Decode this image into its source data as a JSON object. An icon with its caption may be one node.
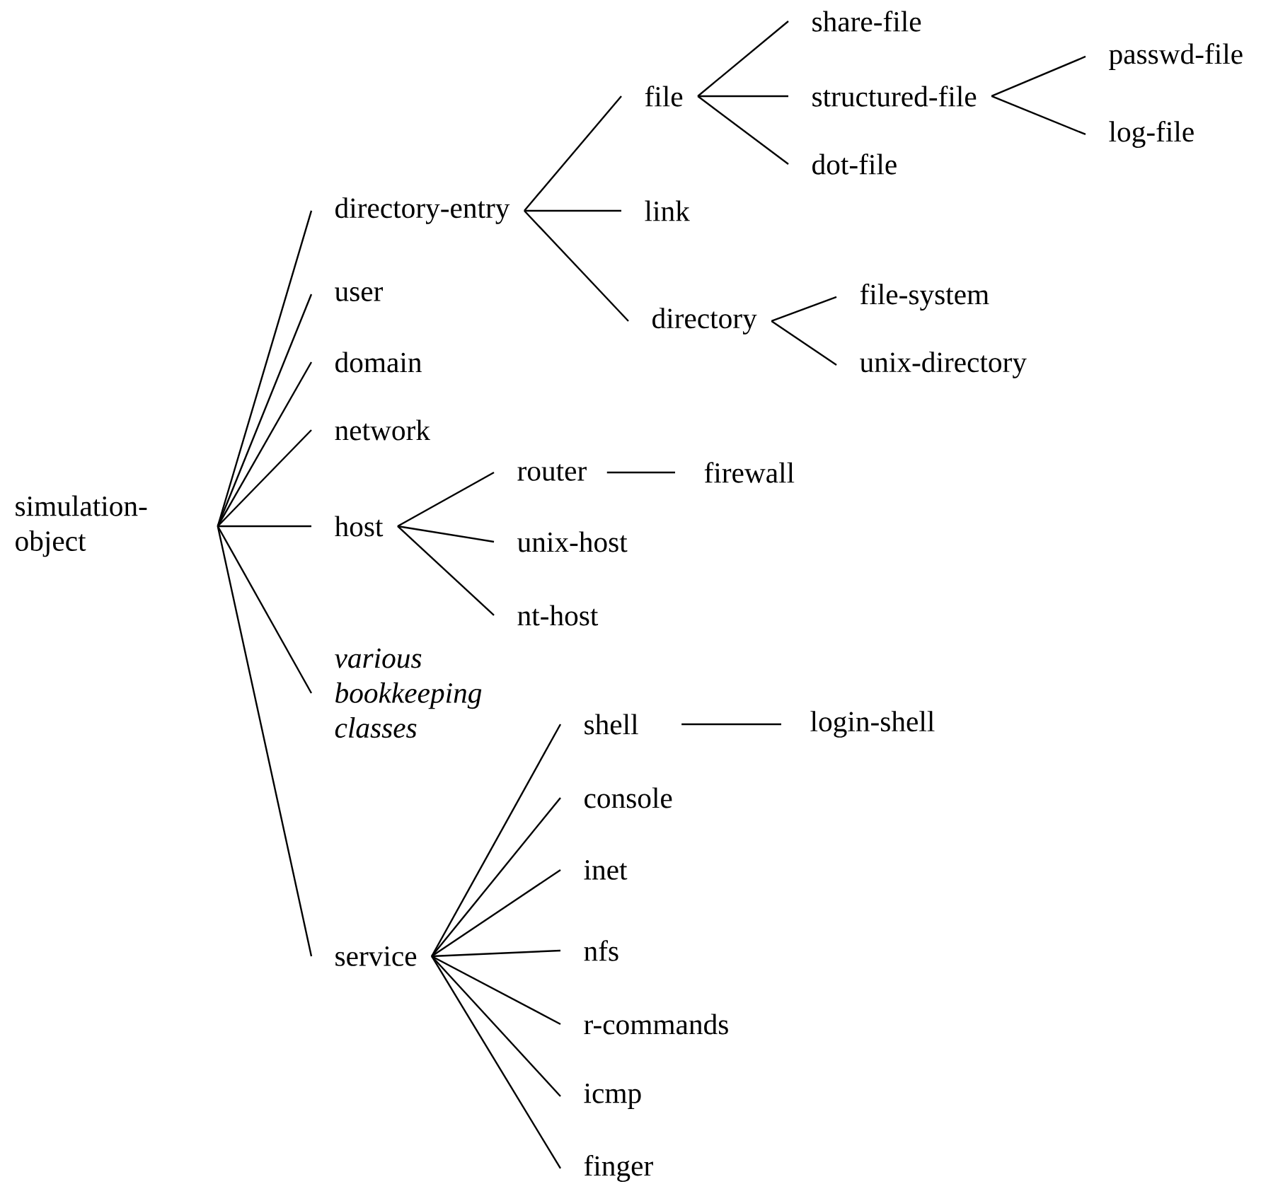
{
  "diagram": {
    "nodes": [
      {
        "text": [
          "simulation-object"
        ]
      },
      {
        "text": [
          "directory-entry"
        ]
      },
      {
        "text": [
          "file"
        ]
      },
      {
        "text": [
          "share-file"
        ]
      },
      {
        "text": [
          "structured-file"
        ]
      },
      {
        "text": [
          "passwd-file"
        ]
      },
      {
        "text": [
          "log-file"
        ]
      },
      {
        "text": [
          "dot-file"
        ]
      },
      {
        "text": [
          "link"
        ]
      },
      {
        "text": [
          "directory"
        ]
      },
      {
        "text": [
          "file-system"
        ]
      },
      {
        "text": [
          "unix-directory"
        ]
      },
      {
        "text": [
          "user"
        ]
      },
      {
        "text": [
          "domain"
        ]
      },
      {
        "text": [
          "network"
        ]
      },
      {
        "text": [
          "host"
        ]
      },
      {
        "text": [
          "router"
        ]
      },
      {
        "text": [
          "firewall"
        ]
      },
      {
        "text": [
          "unix-host"
        ]
      },
      {
        "text": [
          "nt-host"
        ]
      },
      {
        "text": [
          "various bookkeeping classes"
        ]
      },
      {
        "text": [
          "service"
        ]
      },
      {
        "text": [
          "shell"
        ]
      },
      {
        "text": [
          "login-shell"
        ]
      },
      {
        "text": [
          "console"
        ]
      },
      {
        "text": [
          "inet"
        ]
      },
      {
        "text": [
          "nfs"
        ]
      },
      {
        "text": [
          "r-commands"
        ]
      },
      {
        "text": [
          "icmp"
        ]
      },
      {
        "text": [
          "finger"
        ]
      }
    ],
    "edges": [
      {
        "from": 0,
        "to": 1,
        "arrow": "none"
      },
      {
        "from": 1,
        "to": 2,
        "arrow": "none"
      },
      {
        "from": 2,
        "to": 3,
        "arrow": "none"
      },
      {
        "from": 2,
        "to": 4,
        "arrow": "none"
      },
      {
        "from": 4,
        "to": 5,
        "arrow": "none"
      },
      {
        "from": 4,
        "to": 6,
        "arrow": "none"
      },
      {
        "from": 2,
        "to": 7,
        "arrow": "none"
      },
      {
        "from": 1,
        "to": 8,
        "arrow": "none"
      },
      {
        "from": 1,
        "to": 9,
        "arrow": "none"
      },
      {
        "from": 9,
        "to": 10,
        "arrow": "none"
      },
      {
        "from": 9,
        "to": 11,
        "arrow": "none"
      },
      {
        "from": 0,
        "to": 12,
        "arrow": "none"
      },
      {
        "from": 0,
        "to": 13,
        "arrow": "none"
      },
      {
        "from": 0,
        "to": 14,
        "arrow": "none"
      },
      {
        "from": 0,
        "to": 15,
        "arrow": "none"
      },
      {
        "from": 15,
        "to": 16,
        "arrow": "none"
      },
      {
        "from": 16,
        "to": 17,
        "arrow": "none"
      },
      {
        "from": 15,
        "to": 18,
        "arrow": "none"
      },
      {
        "from": 15,
        "to": 19,
        "arrow": "none"
      },
      {
        "from": 0,
        "to": 20,
        "arrow": "none"
      },
      {
        "from": 0,
        "to": 21,
        "arrow": "none"
      },
      {
        "from": 21,
        "to": 22,
        "arrow": "none"
      },
      {
        "from": 22,
        "to": 23,
        "arrow": "none"
      },
      {
        "from": 21,
        "to": 24,
        "arrow": "none"
      },
      {
        "from": 21,
        "to": 25,
        "arrow": "none"
      },
      {
        "from": 21,
        "to": 26,
        "arrow": "none"
      },
      {
        "from": 21,
        "to": 27,
        "arrow": "none"
      },
      {
        "from": 21,
        "to": 28,
        "arrow": "none"
      },
      {
        "from": 21,
        "to": 29,
        "arrow": "none"
      }
    ]
  }
}
